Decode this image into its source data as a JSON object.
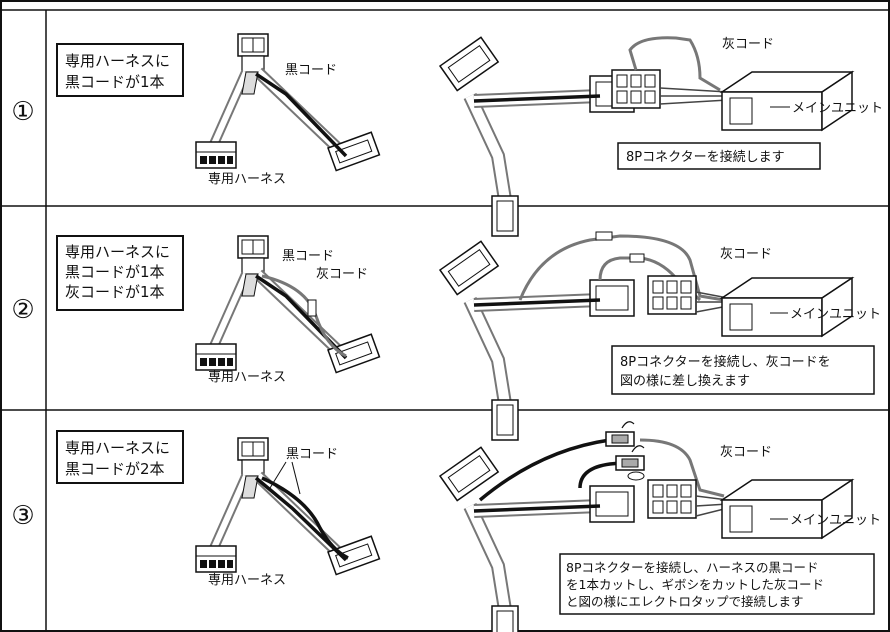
{
  "rows": [
    {
      "number": "①",
      "condition": [
        "専用ハーネスに",
        "黒コードが1本"
      ],
      "harness_labels": {
        "black_cord": "黒コード",
        "gray_cord": "",
        "harness": "専用ハーネス"
      },
      "assembly_labels": {
        "gray_cord": "灰コード",
        "main_unit": "メインユニット"
      },
      "instruction": [
        "8Pコネクターを接続します"
      ]
    },
    {
      "number": "②",
      "condition": [
        "専用ハーネスに",
        "黒コードが1本",
        "灰コードが1本"
      ],
      "harness_labels": {
        "black_cord": "黒コード",
        "gray_cord": "灰コード",
        "harness": "専用ハーネス"
      },
      "assembly_labels": {
        "gray_cord": "灰コード",
        "main_unit": "メインユニット"
      },
      "instruction": [
        "8Pコネクターを接続し、灰コードを",
        "図の様に差し換えます"
      ]
    },
    {
      "number": "③",
      "condition": [
        "専用ハーネスに",
        "黒コードが2本"
      ],
      "harness_labels": {
        "black_cord": "黒コード",
        "gray_cord": "",
        "harness": "専用ハーネス"
      },
      "assembly_labels": {
        "gray_cord": "灰コード",
        "main_unit": "メインユニット"
      },
      "instruction": [
        "8Pコネクターを接続し、ハーネスの黒コード",
        "を1本カットし、ギボシをカットした灰コード",
        "と図の様にエレクトロタップで接続します"
      ]
    }
  ]
}
